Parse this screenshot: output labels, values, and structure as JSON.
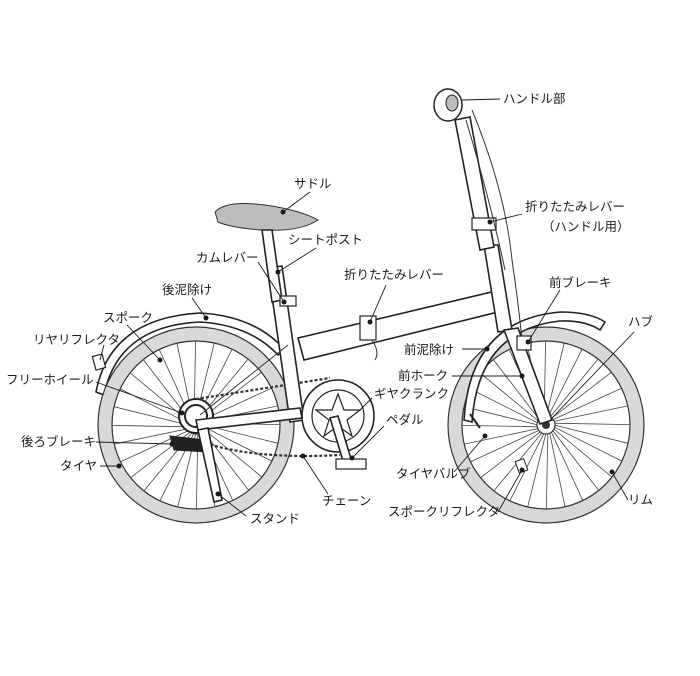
{
  "labels": {
    "handlebar": "ハンドル部",
    "saddle": "サドル",
    "folding_lever_handle_line1": "折りたたみレバー",
    "folding_lever_handle_line2": "（ハンドル用）",
    "seat_post": "シートポスト",
    "cam_lever": "カムレバー",
    "folding_lever": "折りたたみレバー",
    "front_brake": "前ブレーキ",
    "rear_fender": "後泥除け",
    "hub": "ハブ",
    "spoke": "スポーク",
    "rear_reflector": "リヤリフレクタ",
    "front_fender": "前泥除け",
    "freewheel": "フリーホイール",
    "front_fork": "前ホーク",
    "crank": "ギヤクランク",
    "pedal": "ペダル",
    "rear_brake": "後ろブレーキ",
    "tire": "タイヤ",
    "tire_valve": "タイヤバルブ",
    "rim": "リム",
    "chain": "チェーン",
    "spoke_reflector": "スポークリフレクタ",
    "stand": "スタンド"
  },
  "colors": {
    "ink": "#1a1a1a",
    "tire": "#d9d9d9",
    "saddle": "#bdbdbd"
  }
}
